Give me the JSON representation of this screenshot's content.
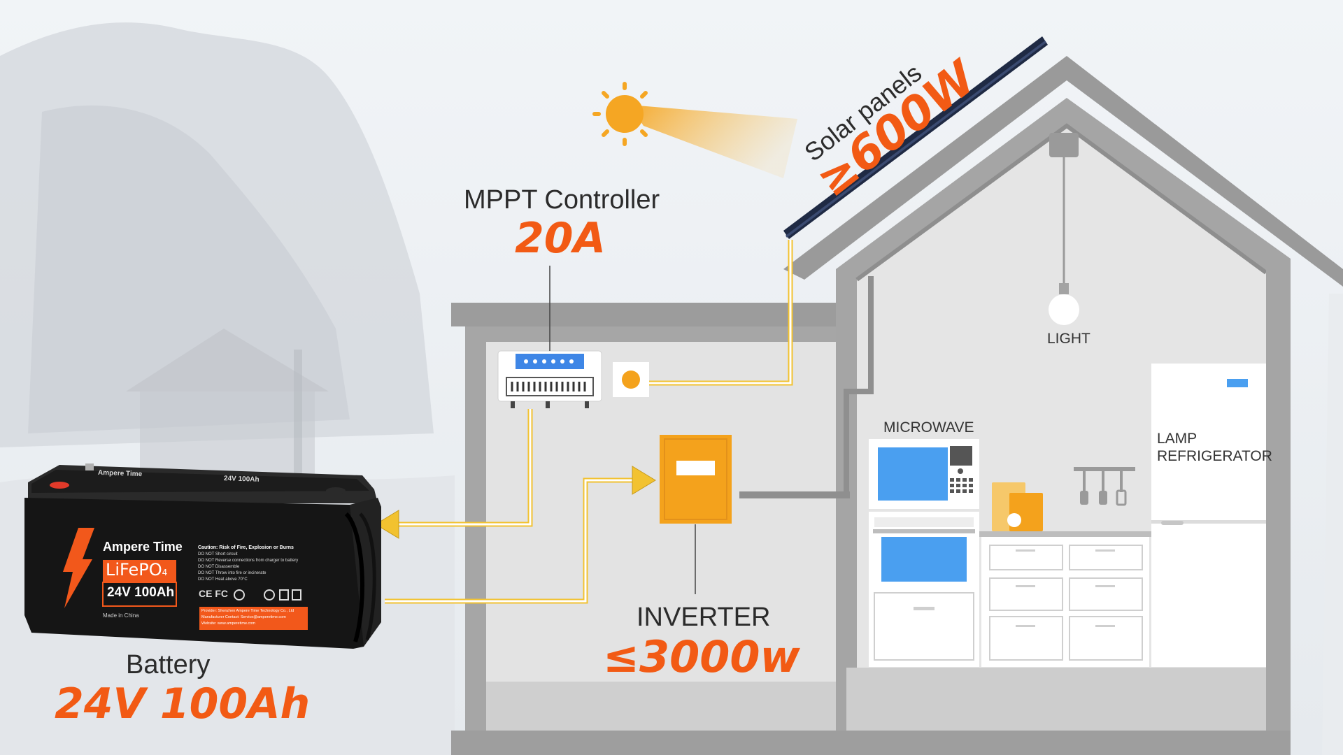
{
  "colors": {
    "accent": "#f25a14",
    "wire": "#f2c230",
    "house_wall": "#a3a3a3",
    "house_interior": "#e4e4e4",
    "appliance_blue": "#4a9ff0",
    "inverter_orange": "#f4a21c",
    "solar_panel": "#1f2a44"
  },
  "solar": {
    "title": "Solar panels",
    "value": "≥600W",
    "icon": "sun-icon"
  },
  "mppt": {
    "title": "MPPT Controller",
    "value": "20A",
    "icon": "charge-controller-icon"
  },
  "inverter": {
    "title": "INVERTER",
    "value": "≤3000w",
    "icon": "inverter-icon"
  },
  "battery": {
    "title": "Battery",
    "value": "24V 100Ah",
    "brand": "Ampere Time",
    "lifepo": "LiFePO",
    "lifepo_sub": "4",
    "spec": "24V 100Ah",
    "made": "Made in China",
    "top_brand": "Ampere Time",
    "top_spec": "24V 100Ah",
    "caution_title": "Caution: Risk of Fire, Explosion or Burns",
    "caution_lines": [
      "DO NOT Short circuit",
      "DO NOT Reverse connections from charger to battery",
      "DO NOT Disassemble",
      "DO NOT Throw into fire or incinerate",
      "DO NOT Heat above 70°C"
    ],
    "cert_marks": "CE FC",
    "provider": "Provider: Shenzhen Ampere Time Technology Co., Ltd",
    "contact": "Manufacturer Contact: Service@amperetime.com",
    "website": "Website: www.amperetime.com"
  },
  "appliances": {
    "light": "LIGHT",
    "microwave": "MICROWAVE",
    "fridge_line1": "LAMP",
    "fridge_line2": "REFRIGERATOR"
  }
}
